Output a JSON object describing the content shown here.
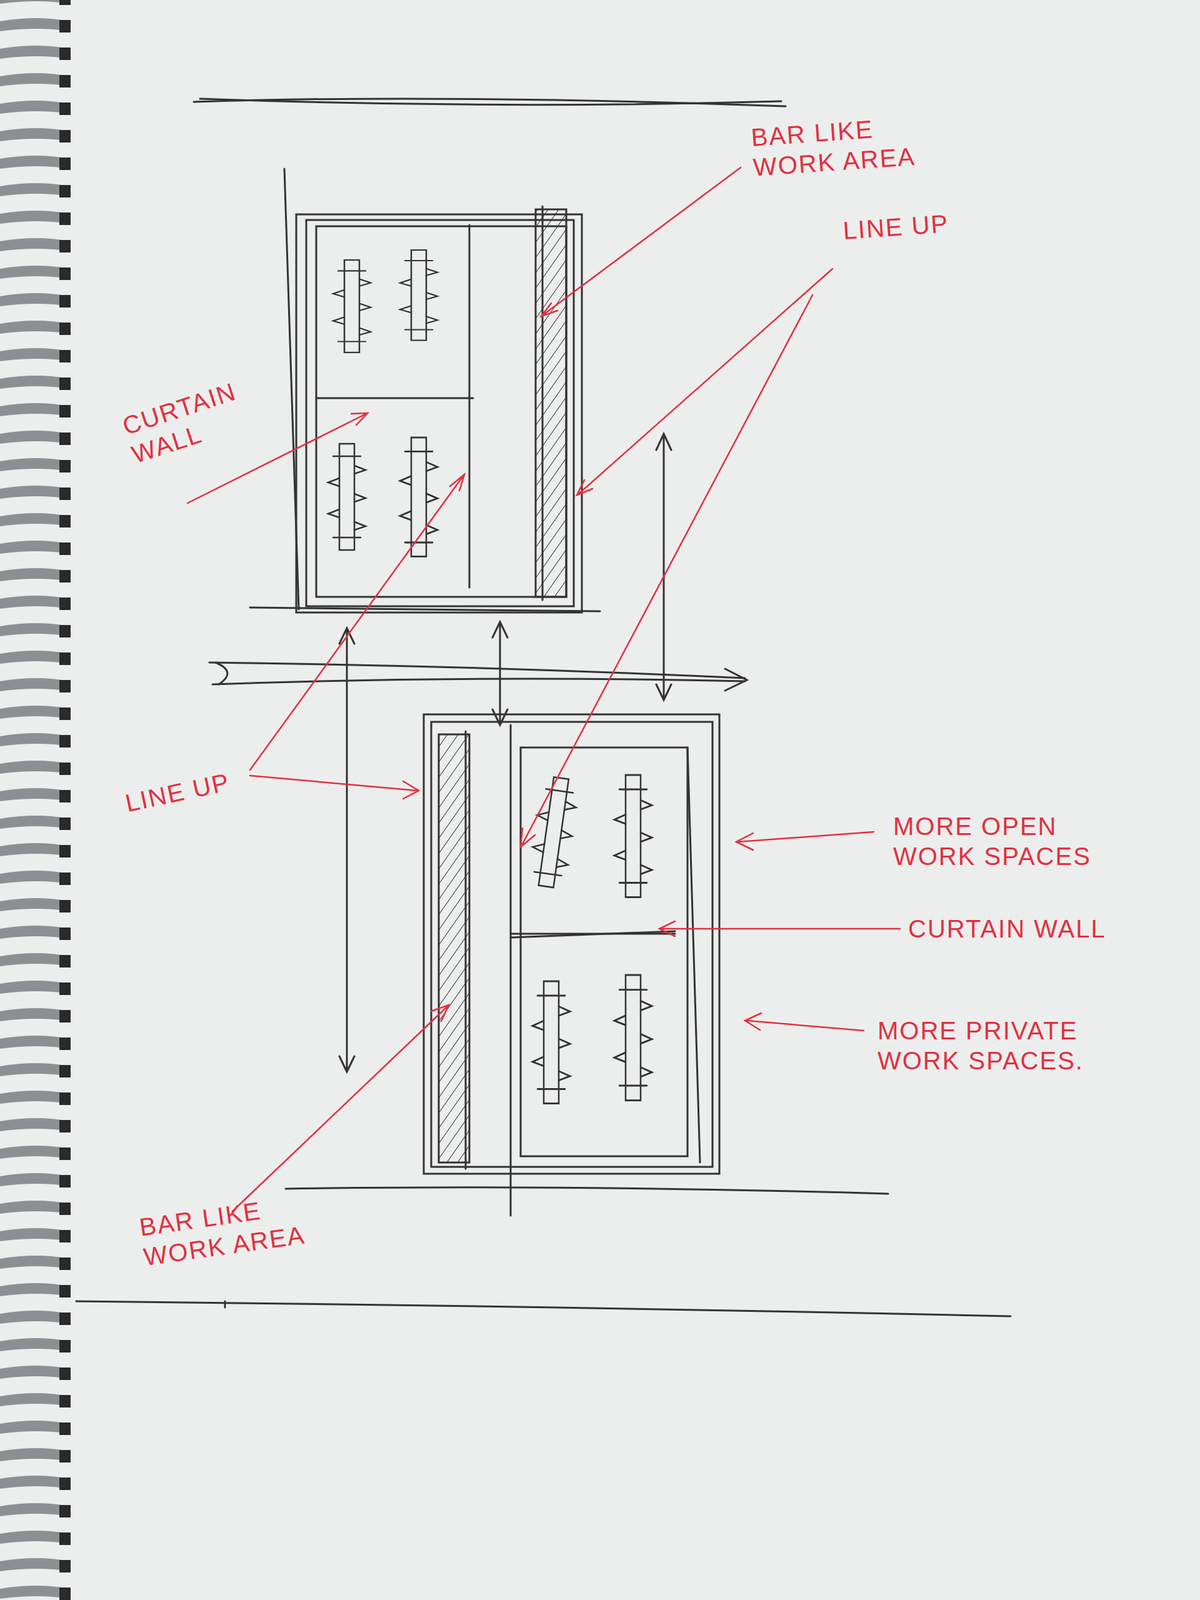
{
  "diagram": {
    "labels": [
      "BAR LIKE WORK AREA",
      "LINE UP",
      "CURTAIN WALL",
      "LINE UP",
      "MORE OPEN WORK SPACES",
      "CURTAIN WALL",
      "MORE PRIVATE WORK SPACES.",
      "BAR LIKE WORK AREA"
    ]
  }
}
